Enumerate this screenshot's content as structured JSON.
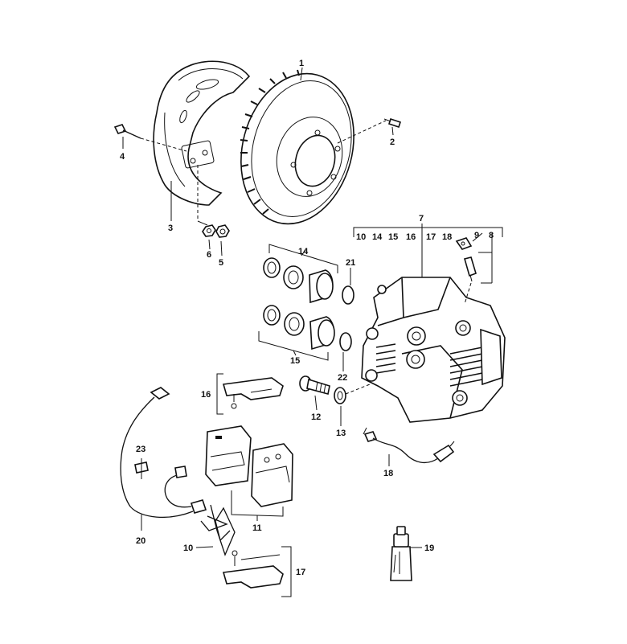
{
  "diagram": {
    "callouts": {
      "c1": "1",
      "c2": "2",
      "c3": "3",
      "c4": "4",
      "c5": "5",
      "c6": "6",
      "c7": "7",
      "c8": "8",
      "c9": "9",
      "c10a": "10",
      "c14a": "14",
      "c15a": "15",
      "c16a": "16",
      "c17a": "17",
      "c18a": "18",
      "c10": "10",
      "c11": "11",
      "c12": "12",
      "c13": "13",
      "c14": "14",
      "c15": "15",
      "c16": "16",
      "c17": "17",
      "c18": "18",
      "c19": "19",
      "c20": "20",
      "c21": "21",
      "c22": "22",
      "c23": "23"
    }
  }
}
